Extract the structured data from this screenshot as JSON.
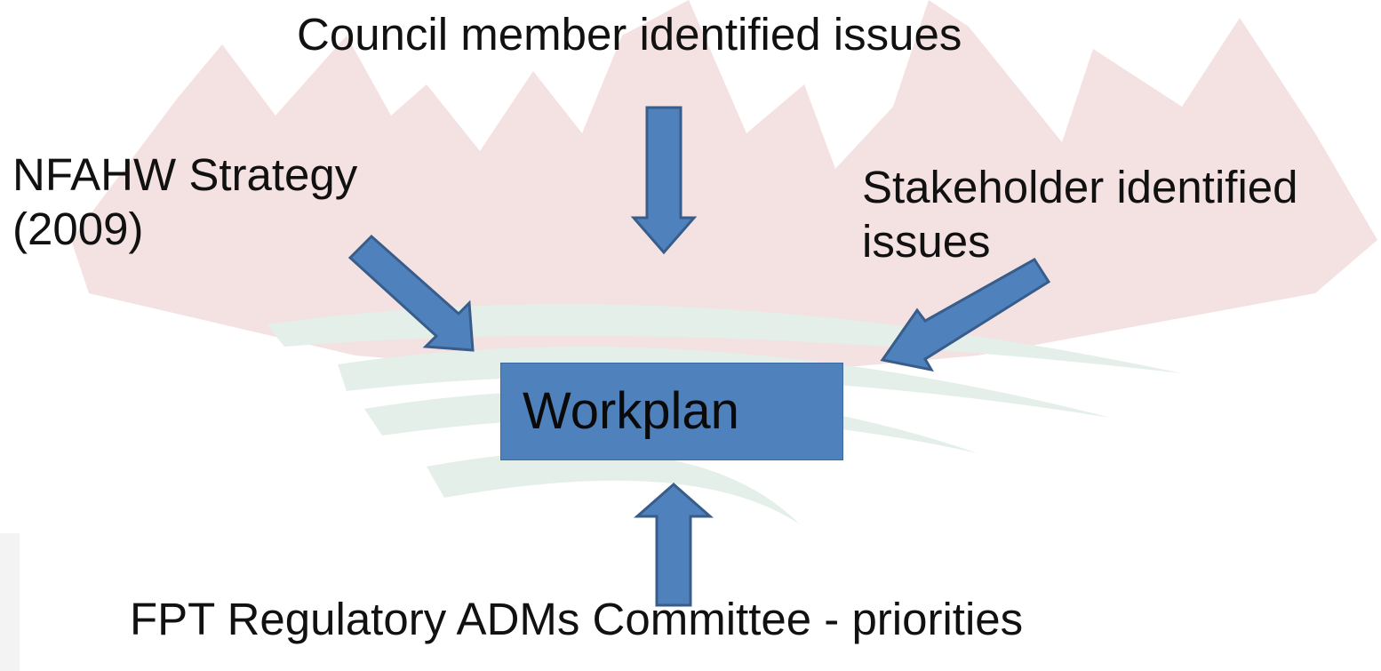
{
  "diagram": {
    "center": {
      "label": "Workplan"
    },
    "inputs": {
      "top": "Council member identified issues",
      "left_line1": "NFAHW Strategy",
      "left_line2": "(2009)",
      "right_line1": "Stakeholder identified",
      "right_line2": "issues",
      "bottom": "FPT Regulatory ADMs Committee - priorities"
    }
  },
  "colors": {
    "box_fill": "#4f81bd",
    "arrow_fill": "#4f81bd",
    "arrow_stroke": "#385d8a",
    "leaf_watermark": "#f2dcdc",
    "swoosh_watermark": "#dfeee6"
  }
}
